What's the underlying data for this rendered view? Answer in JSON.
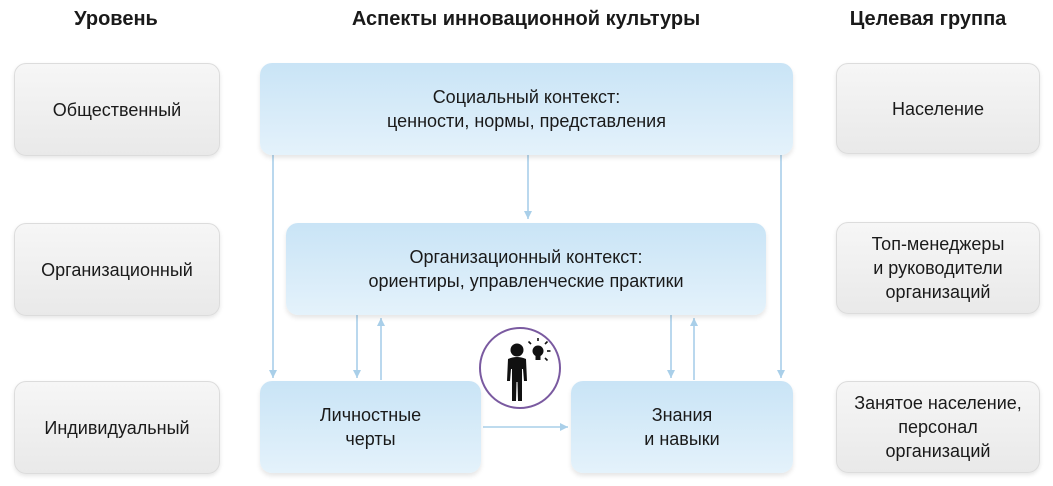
{
  "headers": {
    "level": "Уровень",
    "aspects": "Аспекты инновационной культуры",
    "target_group": "Целевая группа"
  },
  "levels": {
    "social": "Общественный",
    "organizational": "Организационный",
    "individual": "Индивидуальный"
  },
  "aspects": {
    "social_context": "Социальный контекст:\nценности, нормы, представления",
    "org_context": "Организационный контекст:\nориентиры, управленческие практики",
    "personality": "Личностные\nчерты",
    "knowledge": "Знания\nи навыки"
  },
  "target_groups": {
    "population": "Население",
    "managers": "Топ-менеджеры\nи руководители\nорганизаций",
    "employed": "Занятое население,\nперсонал\nорганизаций"
  },
  "icons": {
    "person": "person-with-lightbulb-icon"
  },
  "colors": {
    "blue_box": "#c9e4f6",
    "gray_box": "#ededed",
    "arrow": "#a9cfe9",
    "icon_ring": "#7a5aa0"
  }
}
